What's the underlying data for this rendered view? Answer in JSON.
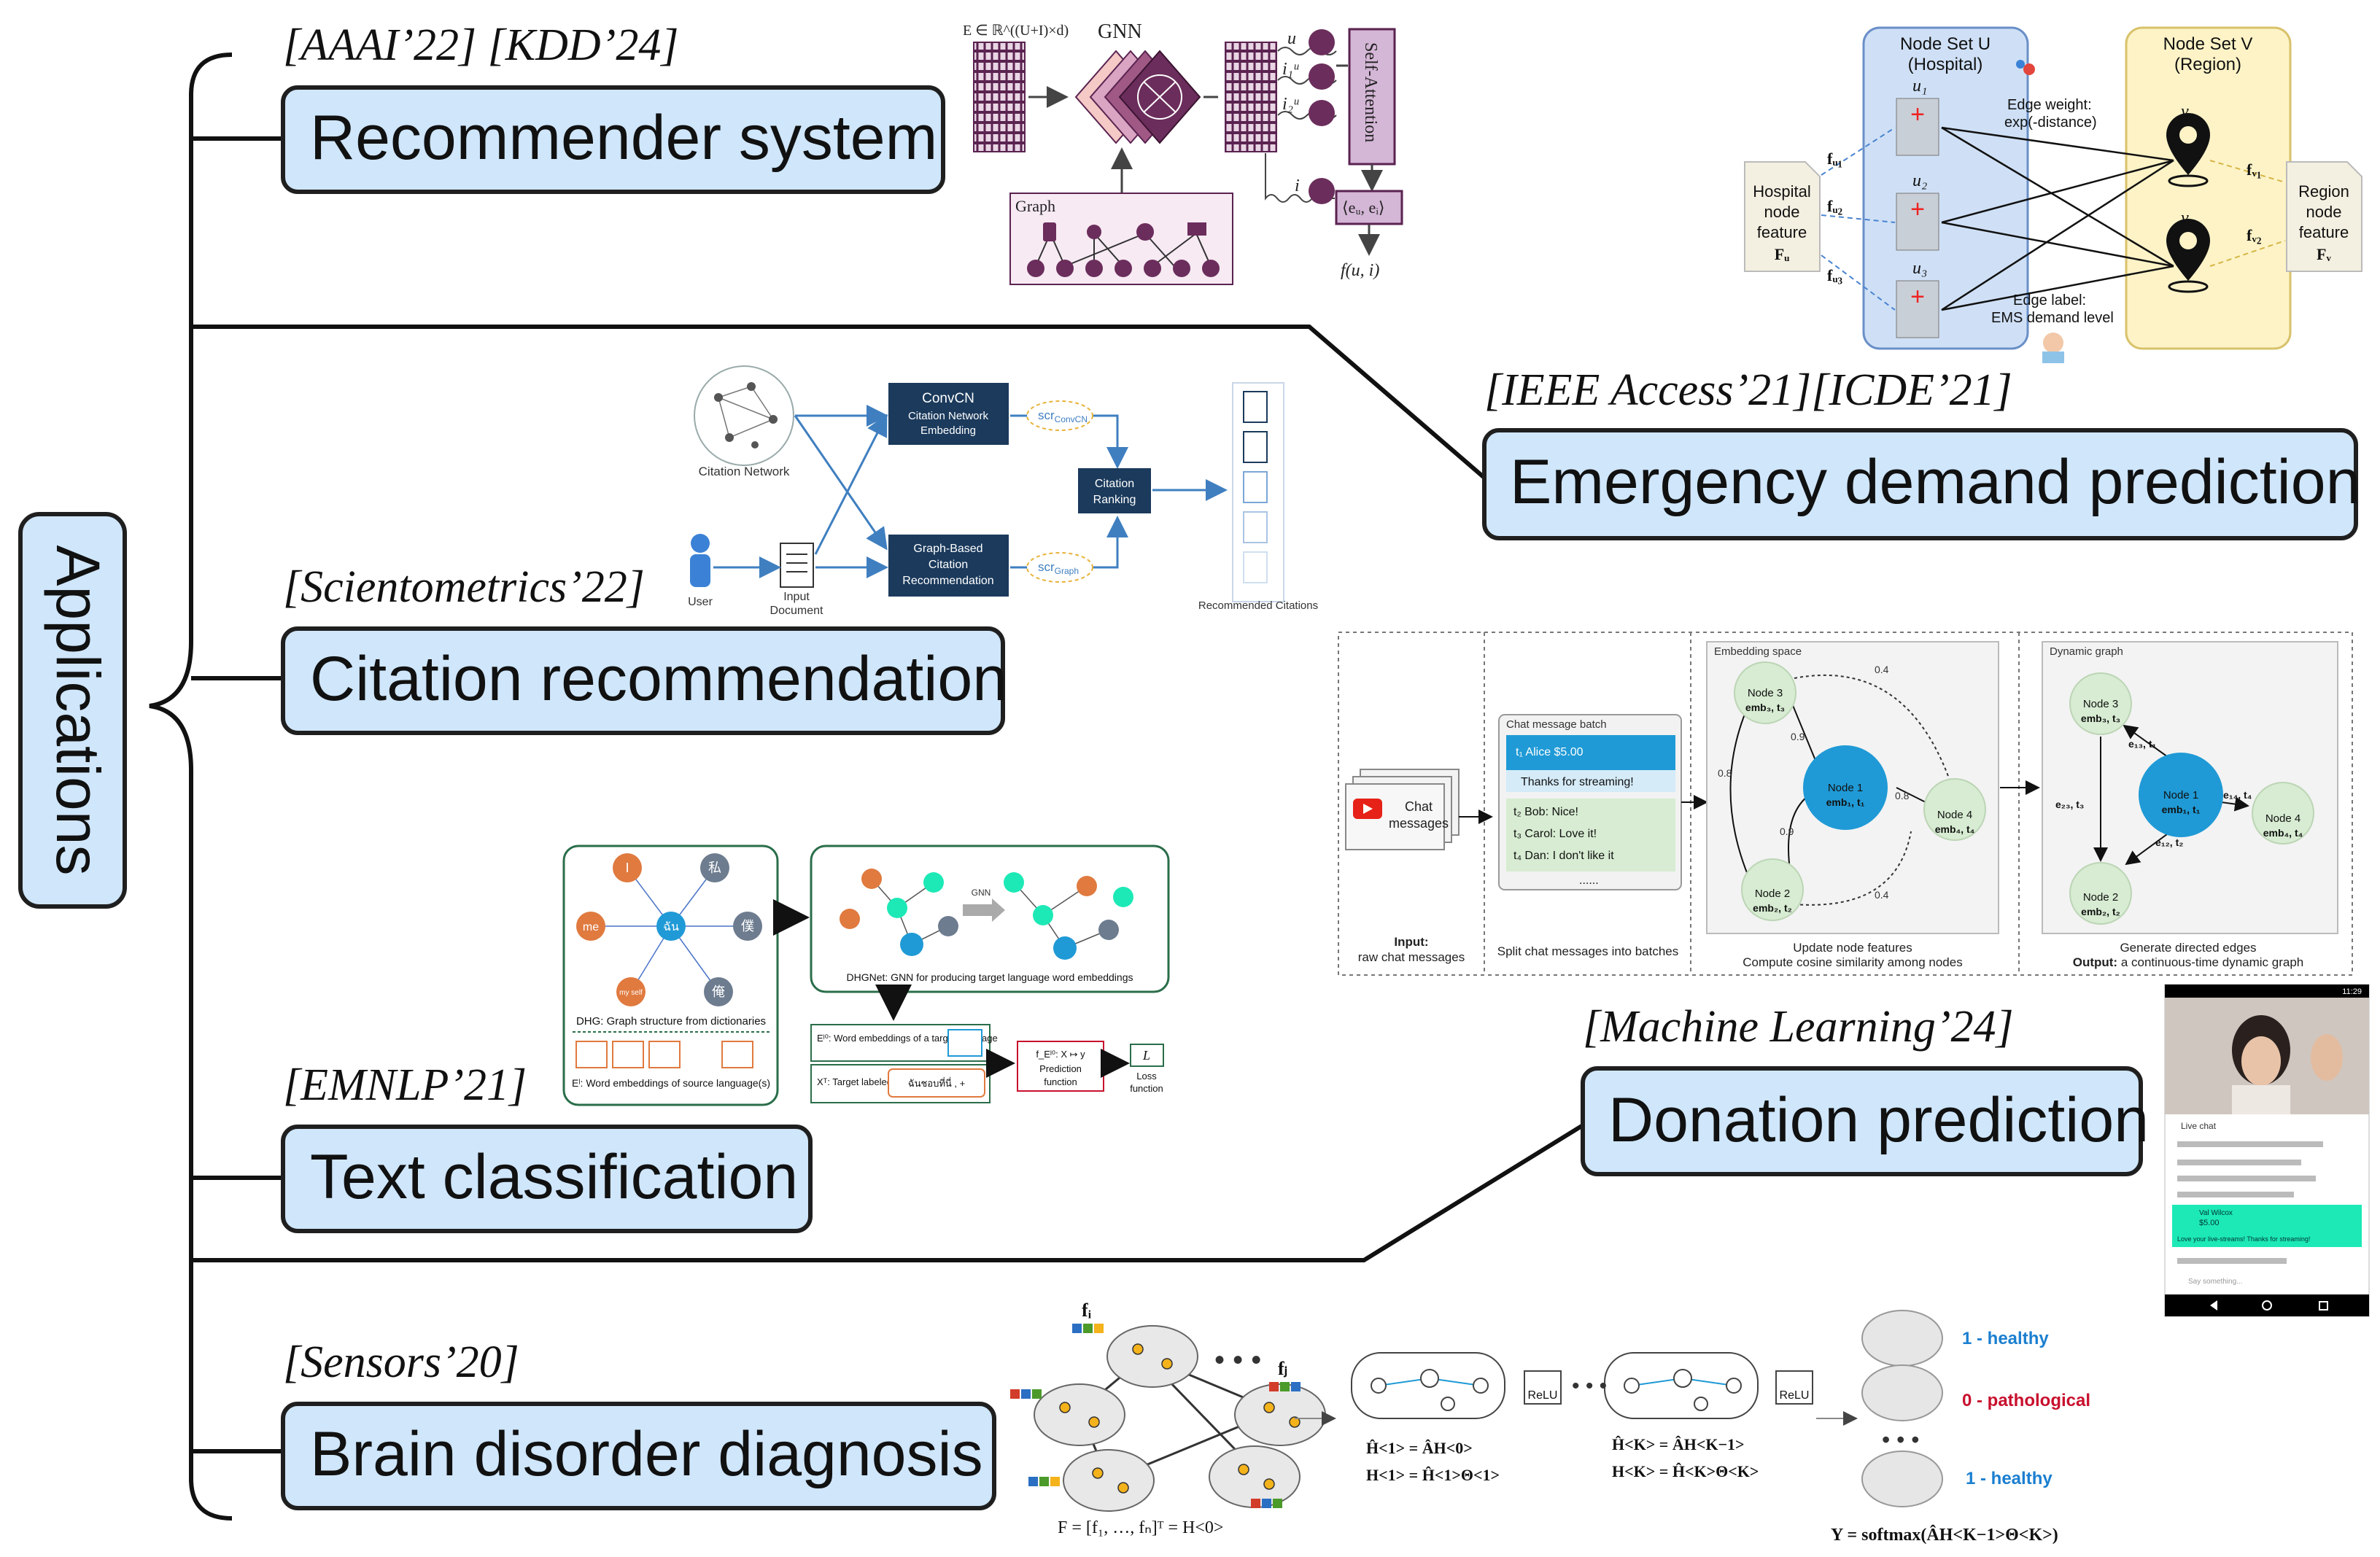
{
  "root_label": "Applications",
  "apps": [
    {
      "id": "rec",
      "title": "Recommender system",
      "venue": "[AAAI’22] [KDD’24]"
    },
    {
      "id": "emer",
      "title": "Emergency demand prediction",
      "venue": "[IEEE Access’21][ICDE’21]"
    },
    {
      "id": "cite",
      "title": "Citation recommendation",
      "venue": "[Scientometrics’22]"
    },
    {
      "id": "don",
      "title": "Donation prediction",
      "venue": "[Machine Learning’24]"
    },
    {
      "id": "text",
      "title": "Text classification",
      "venue": "[EMNLP’21]"
    },
    {
      "id": "brain",
      "title": "Brain disorder diagnosis",
      "venue": "[Sensors’20]"
    }
  ],
  "rec_fig": {
    "embed": "E ∈ ℝ^((U+I)×d)",
    "gnn": "GNN",
    "graph": "Graph",
    "self_attention": "Self-Attention",
    "u": "u",
    "i1": "i₁ᵘ",
    "i2": "i₂ᵘ",
    "i": "i",
    "pair": "⟨eᵤ, eᵢ⟩",
    "score": "f(u, i)"
  },
  "emer_fig": {
    "set_u": "Node Set U",
    "set_u_sub": "(Hospital)",
    "set_v": "Node Set V",
    "set_v_sub": "(Region)",
    "hosp_feat": [
      "Hospital",
      "node",
      "feature",
      "Fᵤ"
    ],
    "reg_feat": [
      "Region",
      "node",
      "feature",
      "Fᵥ"
    ],
    "edge_weight": [
      "Edge weight:",
      "exp(-distance)"
    ],
    "edge_label": [
      "Edge label:",
      "EMS demand level"
    ],
    "u_nodes": [
      "u₁",
      "u₂",
      "u₃"
    ],
    "v_nodes": [
      "v₁",
      "v₂"
    ],
    "fu": [
      "fᵤ₁",
      "fᵤ₂",
      "fᵤ₃"
    ],
    "fv": [
      "fᵥ₁",
      "fᵥ₂"
    ]
  },
  "cite_fig": {
    "network": "Citation Network",
    "convcn": [
      "ConvCN",
      "Citation Network",
      "Embedding"
    ],
    "gbcr": [
      "Graph-Based",
      "Citation",
      "Recommendation"
    ],
    "scr1": "scr",
    "scr1_sub": "ConvCN",
    "scr2": "scr",
    "scr2_sub": "Graph",
    "ranking": [
      "Citation",
      "Ranking"
    ],
    "user": "User",
    "input": [
      "Input",
      "Document"
    ],
    "output": "Recommended Citations"
  },
  "don_fig": {
    "chat": [
      "Chat",
      "messages"
    ],
    "batch_title": "Chat message batch",
    "msgs": [
      "t₁  Alice  $5.00",
      "Thanks for streaming!",
      "t₂  Bob: Nice!",
      "t₃  Carol: Love it!",
      "t₄  Dan: I don't like it",
      "......"
    ],
    "embed_title": "Embedding space",
    "dyn_title": "Dynamic graph",
    "input_lbl": "Input:",
    "input_sub": "raw chat messages",
    "split": "Split chat messages into batches",
    "update": "Update node features",
    "cos": "Compute cosine similarity among nodes",
    "gen": "Generate directed edges",
    "output_lbl": "Output:",
    "output_sub": "a continuous-time dynamic graph",
    "node1": [
      "Node 1",
      "emb₁, t₁"
    ],
    "node2": [
      "Node 2",
      "emb₂, t₂"
    ],
    "node3": [
      "Node 3",
      "emb₃, t₃"
    ],
    "node4": [
      "Node 4",
      "emb₄, t₄"
    ],
    "weights": [
      "0.4",
      "0.9",
      "0.8",
      "0.8",
      "0.9",
      "0.4"
    ],
    "dyn_edges": [
      "e₁₃, t₁",
      "e₁₄, t₄",
      "e₂₃, t₃",
      "e₁₂, t₂"
    ],
    "live_chat": "Live chat",
    "donate_name": "Val Wilcox",
    "donate_amount": "$5.00",
    "donate_msg": "Love your live-streams! Thanks for streaming!",
    "say": "Say something...",
    "time": "11:29"
  },
  "text_fig": {
    "dhg": "DHG: Graph structure from dictionaries",
    "dhgnet": "DHGNet: GNN for producing target language word embeddings",
    "gnn": "GNN",
    "e_src": "Eˡ: Word embeddings of source language(s)",
    "e_tgt": "Eˡ⁰: Word embeddings of a target language",
    "xt": "Xᵀ: Target labeled data",
    "pred": [
      "f_Eˡ⁰: X ↦ y",
      "Prediction",
      "function"
    ],
    "loss": [
      "L",
      "Loss",
      "function"
    ],
    "langs": [
      "I",
      "私",
      "me",
      "僕",
      "my self",
      "俺"
    ],
    "center": "ฉัน",
    "thai": "ฉันชอบที่นี่ , +"
  },
  "brain_fig": {
    "fi": "fᵢ",
    "fj": "fⱼ",
    "relu": "ReLU",
    "h1a": "Ĥ<1> = ÂH<0>",
    "h1b": "H<1> = Ĥ<1>Θ<1>",
    "hka": "Ĥ<K> = ÂH<K−1>",
    "hkb": "H<K> = Ĥ<K>Θ<K>",
    "F": "F = [f₁, …, fₙ]ᵀ = H<0>",
    "Y": "Y = softmax(ÂH<K−1>Θ<K>)",
    "labels": [
      "1 - healthy",
      "0 - pathological",
      "1 - healthy"
    ]
  },
  "colors": {
    "box_fill": "#cfe6fb",
    "box_stroke": "#1f1f1f",
    "navy": "#1b3a5c",
    "purple": "#6b2d5c",
    "green_node": "#d7ecd2",
    "blue_node": "#1f9ad6",
    "hosp": "#cfe0f6",
    "region": "#fdf3c7",
    "healthy": "#1b7fd0",
    "patho": "#c8102e"
  }
}
